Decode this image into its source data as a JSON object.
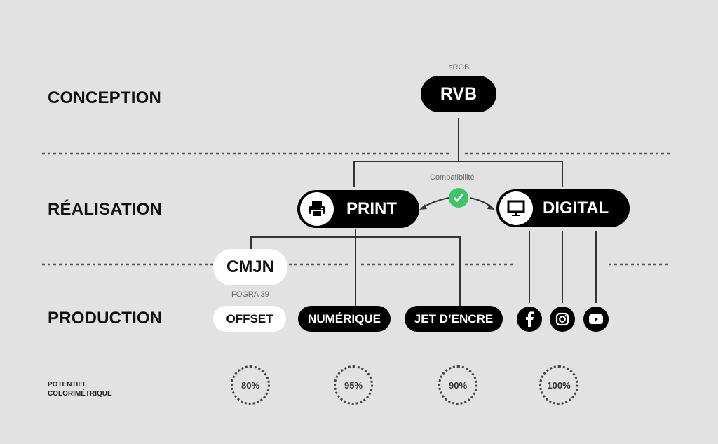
{
  "rows": {
    "conception": "CONCEPTION",
    "realisation": "RÉALISATION",
    "production": "PRODUCTION",
    "potentiel": [
      "POTENTIEL",
      "COLORIMÉTRIQUE"
    ]
  },
  "nodes": {
    "rvb": {
      "label": "RVB",
      "caption": "sRGB"
    },
    "print": {
      "label": "PRINT",
      "icon": "printer-icon"
    },
    "digital": {
      "label": "DIGITAL",
      "icon": "monitor-icon"
    },
    "compatibility": {
      "label": "Compatibilité",
      "icon": "check-icon",
      "color": "#3ec466"
    },
    "cmjn": {
      "label": "CMJN",
      "caption": "FOGRA 39"
    },
    "offset": {
      "label": "OFFSET"
    },
    "numerique": {
      "label": "NUMÉRIQUE"
    },
    "jet": {
      "label": "JET D’ENCRE"
    },
    "social": [
      "facebook-icon",
      "instagram-icon",
      "youtube-icon"
    ]
  },
  "potential": [
    {
      "target": "OFFSET",
      "value": "80%"
    },
    {
      "target": "NUMÉRIQUE",
      "value": "95%"
    },
    {
      "target": "JET D’ENCRE",
      "value": "90%"
    },
    {
      "target": "DIGITAL",
      "value": "100%"
    }
  ]
}
